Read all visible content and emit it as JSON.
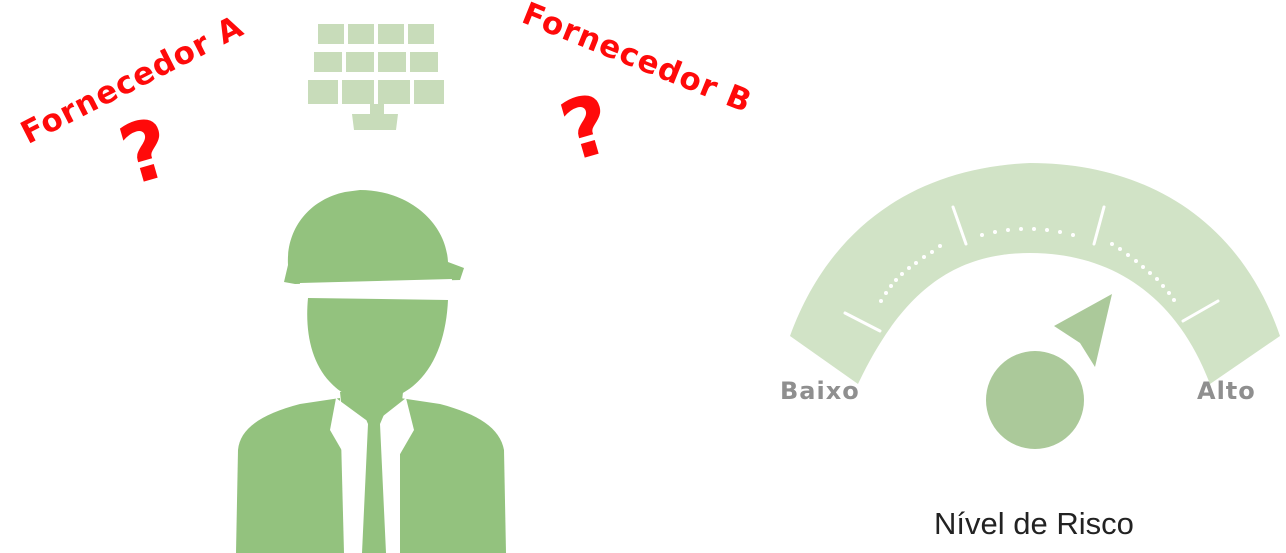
{
  "suppliers": {
    "a_label": "Fornecedor A",
    "b_label": "Fornecedor B",
    "question_mark": "?"
  },
  "icons": {
    "panel": "solar-panel-icon",
    "worker": "engineer-with-helmet-icon",
    "gauge": "risk-gauge-icon"
  },
  "gauge": {
    "low_label": "Baixo",
    "high_label": "Alto",
    "title": "Nível de Risco",
    "needle_level": 0.78
  },
  "colors": {
    "question_red": "#ff0a0a",
    "worker_green": "#93c27e",
    "panel_green": "#c8dcba",
    "gauge_arc": "#d1e3c6",
    "gauge_needle": "#abc99a",
    "label_gray": "#8f8f8f"
  }
}
